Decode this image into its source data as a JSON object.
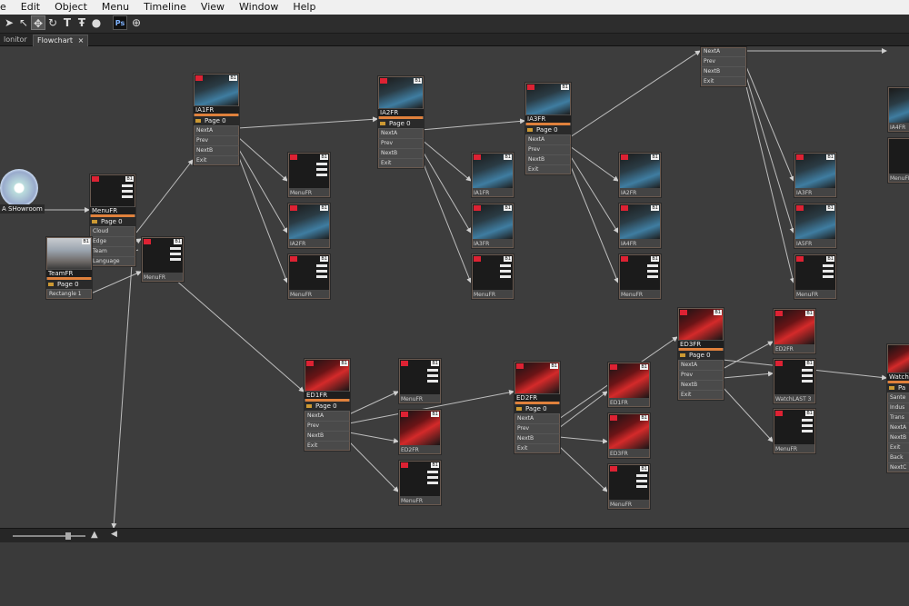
{
  "menubar": {
    "items": [
      "e",
      "Edit",
      "Object",
      "Menu",
      "Timeline",
      "View",
      "Window",
      "Help"
    ]
  },
  "toolbar": {
    "tools": [
      "pointer-icon",
      "subselect-icon",
      "transform-icon",
      "rotate-icon",
      "text-icon",
      "text-frame-icon",
      "pin-icon",
      "ps-icon",
      "globe-icon"
    ],
    "ps_label": "Ps"
  },
  "tabs": {
    "monitor": "lonitor",
    "flowchart": "Flowchart",
    "close": "×"
  },
  "source": {
    "label": "A SHowroom"
  },
  "nodes": {
    "menufr_main": {
      "title": "MenuFR",
      "page": "Page 0",
      "rows": [
        "Cloud",
        "Edge",
        "Team",
        "Language"
      ]
    },
    "teamfr": {
      "title": "TeamFR",
      "page": "Page 0",
      "rows": [
        "Rectangle 1"
      ]
    },
    "menufr_small": {
      "caption": "MenuFR"
    },
    "ia1fr": {
      "title": "IA1FR",
      "page": "Page 0",
      "rows": [
        "NextA",
        "Prev",
        "NextB",
        "Exit"
      ]
    },
    "ia2fr": {
      "title": "IA2FR",
      "page": "Page 0",
      "rows": [
        "NextA",
        "Prev",
        "NextB",
        "Exit"
      ]
    },
    "ia3fr": {
      "title": "IA3FR",
      "page": "Page 0",
      "rows": [
        "NextA",
        "Prev",
        "NextB",
        "Exit"
      ]
    },
    "top_right": {
      "rows": [
        "NextA",
        "Prev",
        "NextB",
        "Exit"
      ]
    },
    "ed1fr": {
      "title": "ED1FR",
      "page": "Page 0",
      "rows": [
        "NextA",
        "Prev",
        "NextB",
        "Exit"
      ]
    },
    "ed2fr": {
      "title": "ED2FR",
      "page": "Page 0",
      "rows": [
        "NextA",
        "Prev",
        "NextB",
        "Exit"
      ]
    },
    "ed3fr": {
      "title": "ED3FR",
      "page": "Page 0",
      "rows": [
        "NextA",
        "Prev",
        "NextB",
        "Exit"
      ]
    },
    "watch": {
      "title": "WatchL",
      "page": "Pa",
      "rows": [
        "Sante",
        "Indus",
        "Trans",
        "NextA",
        "NextB",
        "Exit",
        "Back",
        "NextC"
      ]
    }
  },
  "small_nodes": {
    "s1": "MenuFR",
    "s2": "IA2FR",
    "s3": "MenuFR",
    "s4": "IA1FR",
    "s5": "IA3FR",
    "s6": "MenuFR",
    "s7": "IA2FR",
    "s8": "IA4FR",
    "s9": "MenuFR",
    "s10": "IA3FR",
    "s11": "IA5FR",
    "s12": "MenuFR",
    "s13": "MenuFR",
    "s14": "ED2FR",
    "s15": "MenuFR",
    "s16": "ED1FR",
    "s17": "ED3FR",
    "s18": "MenuFR",
    "s19": "ED2FR",
    "s20": "WatchLAST 3",
    "s21": "MenuFR",
    "r1": "IA4FR",
    "r2": "MenuFR"
  },
  "badge": "B1"
}
